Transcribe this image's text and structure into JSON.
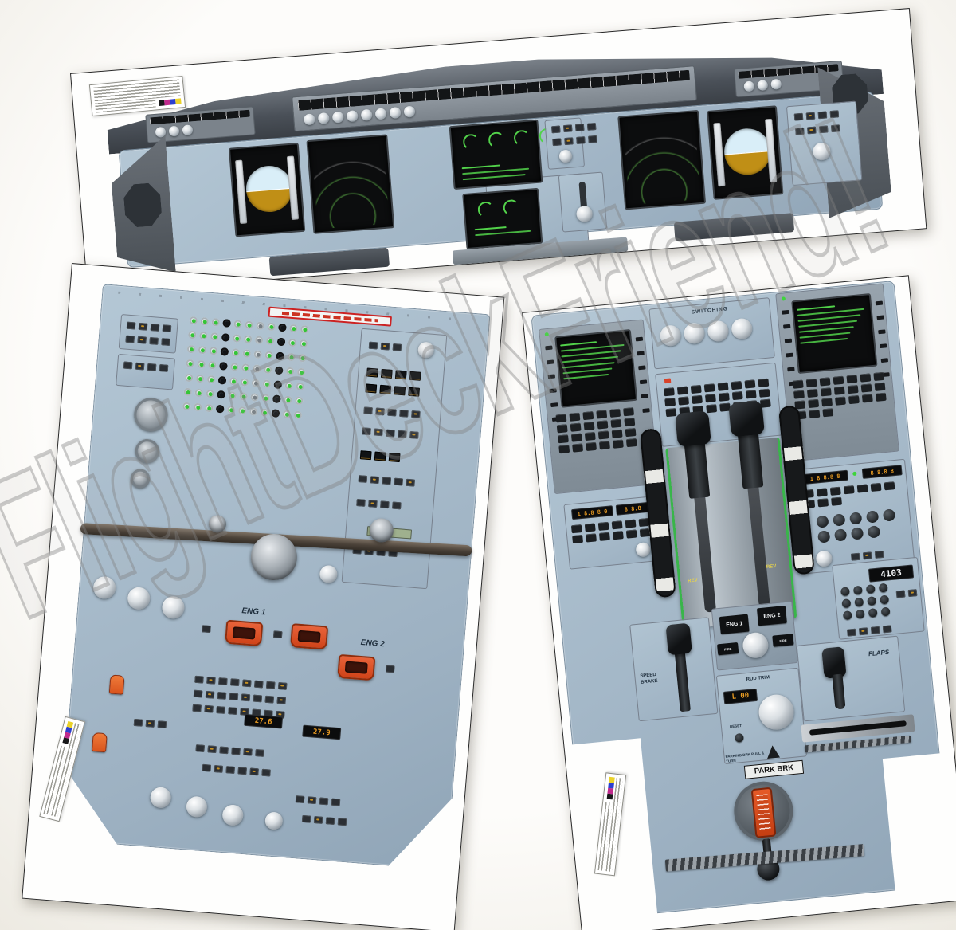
{
  "watermark": {
    "text": "FlightDeckFriend!"
  },
  "print_labels": {
    "color_bar": [
      "#18181a",
      "#c02a8c",
      "#2b3fd0",
      "#ead22a"
    ]
  },
  "colors": {
    "panel_blue_gray": "#a9bdcc",
    "screen_green": "#52d24a",
    "display_amber": "#e89b22",
    "fire_orange": "#d9541d",
    "banner_red": "#cc2222"
  },
  "overhead": {
    "eng1_fire_label": "ENG 1",
    "eng2_fire_label": "ENG 2",
    "display_left": "27.6",
    "display_right": "27.9"
  },
  "pedestal": {
    "switching_label": "SWITCHING",
    "eng1_master_label": "ENG 1",
    "eng2_master_label": "ENG 2",
    "rev_left": "REV",
    "rev_right": "REV",
    "speed_brake_label": "SPEED BRAKE",
    "rud_trim_label": "RUD TRIM",
    "rud_trim_value": "L 00",
    "reset_label": "RESET",
    "flaps_label": "FLAPS",
    "parking_caption": "PARKING BRK PULL & TURN",
    "park_brk_label": "PARK BRK",
    "atc_code": "4103"
  }
}
